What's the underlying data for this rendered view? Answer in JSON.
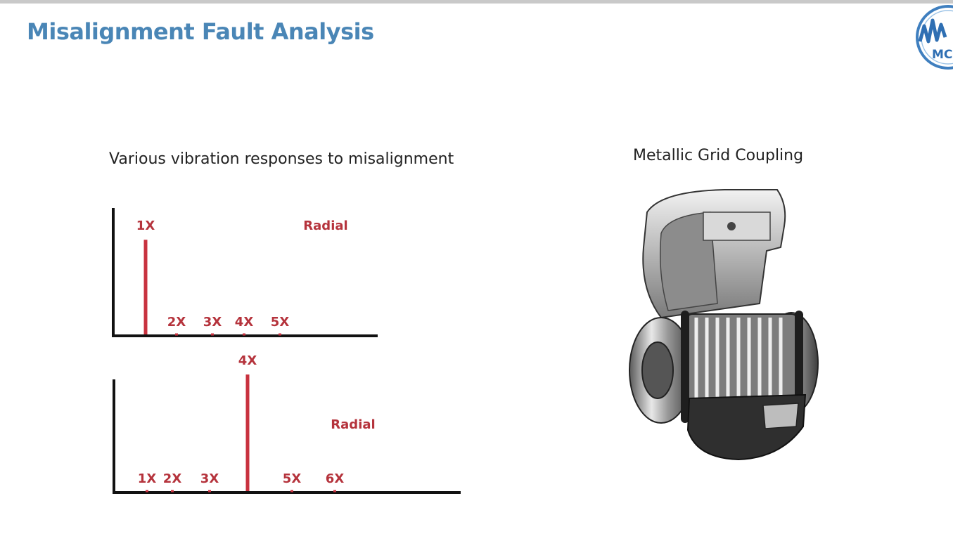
{
  "slide": {
    "title": "Misalignment Fault Analysis",
    "logo_text": "MC",
    "left_subtitle": "Various vibration responses to misalignment",
    "right_subtitle": "Metallic Grid Coupling"
  },
  "colors": {
    "title": "#4a86b6",
    "spike": "#c8323f",
    "label": "#b5333c",
    "axis": "#111111"
  },
  "chart_data": [
    {
      "type": "bar",
      "annotation": "Radial",
      "categories": [
        "1X",
        "2X",
        "3X",
        "4X",
        "5X"
      ],
      "values": [
        0.72,
        0.02,
        0.02,
        0.02,
        0.02
      ],
      "ylim": [
        0,
        1
      ],
      "grid": false
    },
    {
      "type": "bar",
      "annotation": "Radial",
      "categories": [
        "1X",
        "2X",
        "3X",
        "4X",
        "5X",
        "6X"
      ],
      "values": [
        0.02,
        0.02,
        0.02,
        1.0,
        0.02,
        0.02
      ],
      "ylim": [
        0,
        1
      ],
      "grid": false
    }
  ]
}
